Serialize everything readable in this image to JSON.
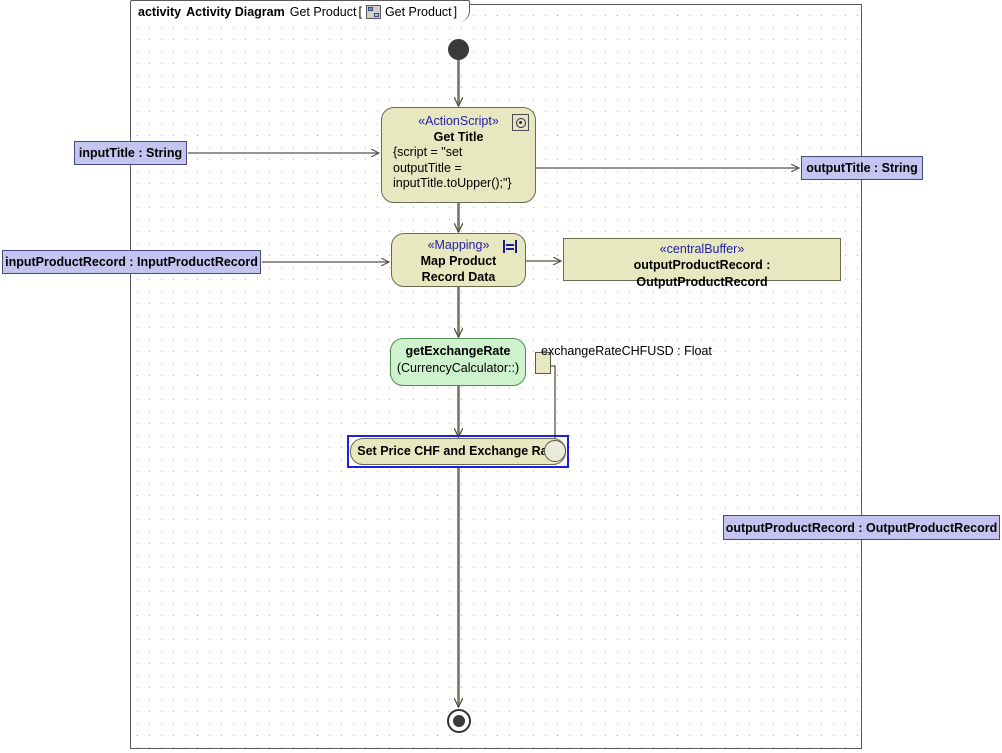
{
  "frame": {
    "keyword": "activity",
    "type_label": "Activity Diagram",
    "name": "Get Product",
    "bracket_open": "[",
    "icon": "activity-diagram-icon",
    "scoped_name": "Get Product",
    "bracket_close": "]"
  },
  "nodes": {
    "initial": {
      "name": "initial-node"
    },
    "final": {
      "name": "activity-final-node"
    },
    "get_title": {
      "stereotype": "«ActionScript»",
      "title": "Get Title",
      "body_line1": "{script = \"set",
      "body_line2": "outputTitle =",
      "body_line3": "inputTitle.toUpper();\"}",
      "badge_icon": "gear-icon"
    },
    "mapping": {
      "stereotype": "«Mapping»",
      "title_line1": "Map Product",
      "title_line2": "Record Data",
      "badge_icon": "mapping-equals-icon"
    },
    "central_buffer": {
      "stereotype": "«centralBuffer»",
      "value": "outputProductRecord : OutputProductRecord"
    },
    "get_exchange_rate": {
      "title": "getExchangeRate",
      "subtitle": "(CurrencyCalculator::)",
      "output_pin_label": "exchangeRateCHFUSD : Float"
    },
    "set_price": {
      "title": "Set Price CHF and Exchange Rate",
      "selected": true
    }
  },
  "parameters": {
    "input_title": "inputTitle : String",
    "input_product_record": "inputProductRecord : InputProductRecord",
    "output_title": "outputTitle : String",
    "output_product_record": "outputProductRecord : OutputProductRecord"
  },
  "colors": {
    "node_fill": "#e8e8c0",
    "node_border": "#6b6b52",
    "call_node_fill": "#cdf2cd",
    "call_node_border": "#4e8f4e",
    "object_fill": "#c4c4f0",
    "object_border": "#4a4a7a",
    "stereotype_text": "#2222aa",
    "selection": "#1f1fe0",
    "edge": "#666655",
    "canvas": "#ffffff"
  }
}
